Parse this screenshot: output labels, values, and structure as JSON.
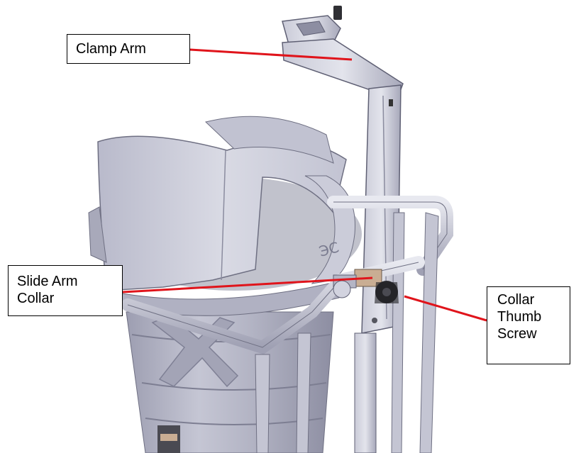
{
  "callouts": {
    "clamp_arm": "Clamp Arm",
    "slide_arm_collar_line1": "Slide Arm",
    "slide_arm_collar_line2": "Collar",
    "collar_thumb_screw_line1": "Collar",
    "collar_thumb_screw_line2": "Thumb",
    "collar_thumb_screw_line3": "Screw"
  },
  "colors": {
    "leader_line": "#e0141b",
    "metal_light": "#dcdce6",
    "metal_mid": "#b8b9c8",
    "metal_dark": "#8f90a3",
    "knob": "#2b2b30",
    "tan_block": "#c9ad93"
  }
}
